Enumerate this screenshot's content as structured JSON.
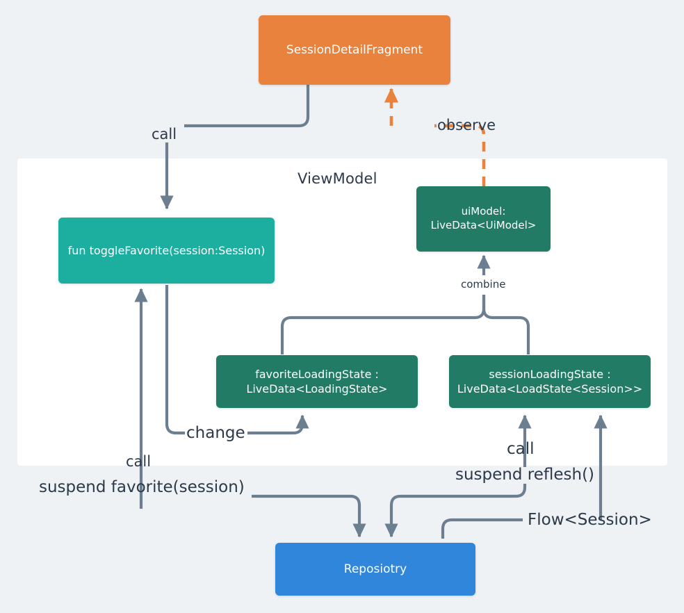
{
  "diagram": {
    "title_panel": "ViewModel",
    "colors": {
      "background": "#eff2f5",
      "panel": "#ffffff",
      "fragment": "#e8823c",
      "function": "#1cafa0",
      "livedata": "#227c65",
      "repository": "#3086db",
      "arrow": "#6c7f90",
      "observe_arrow": "#e8823c",
      "text_dark": "#2b3948"
    },
    "nodes": [
      {
        "id": "fragment",
        "label": "SessionDetailFragment",
        "color": "#e8823c"
      },
      {
        "id": "toggle_favorite",
        "label": "fun toggleFavorite(session:Session)",
        "color": "#1cafa0"
      },
      {
        "id": "ui_model",
        "label": "uiModel:\nLiveData<UiModel>",
        "color": "#227c65"
      },
      {
        "id": "favorite_loading_state",
        "label": "favoriteLoadingState :\nLiveData<LoadingState>",
        "color": "#227c65"
      },
      {
        "id": "session_loading_state",
        "label": "sessionLoadingState :\nLiveData<LoadState<Session>>",
        "color": "#227c65"
      },
      {
        "id": "repository",
        "label": "Reposiotry",
        "color": "#3086db"
      }
    ],
    "edges": [
      {
        "id": "call_fragment_toggle",
        "label": "call",
        "from": "fragment",
        "to": "toggle_favorite",
        "style": "solid"
      },
      {
        "id": "observe_uimodel_fragment",
        "label": "observe",
        "from": "ui_model",
        "to": "fragment",
        "style": "dashed"
      },
      {
        "id": "combine_to_uimodel",
        "label": "combine",
        "from": "loading-states",
        "to": "ui_model",
        "style": "solid"
      },
      {
        "id": "change_toggle_favorite_state",
        "label": "change",
        "from": "toggle_favorite",
        "to": "favorite_loading_state",
        "style": "solid"
      },
      {
        "id": "call_repo_toggle",
        "label": "call",
        "from": "repository",
        "to": "toggle_favorite",
        "style": "solid"
      },
      {
        "id": "suspend_favorite",
        "label": "suspend favorite(session)",
        "from": "toggle_favorite",
        "to": "repository",
        "style": "solid"
      },
      {
        "id": "call_repo_session_state",
        "label": "call",
        "from": "repository",
        "to": "session_loading_state",
        "style": "solid"
      },
      {
        "id": "suspend_reflesh",
        "label": "suspend reflesh()",
        "from": "session_loading_state",
        "to": "repository",
        "style": "solid"
      },
      {
        "id": "flow_session",
        "label": "Flow<Session>",
        "from": "repository",
        "to": "session_loading_state",
        "style": "solid"
      }
    ]
  }
}
